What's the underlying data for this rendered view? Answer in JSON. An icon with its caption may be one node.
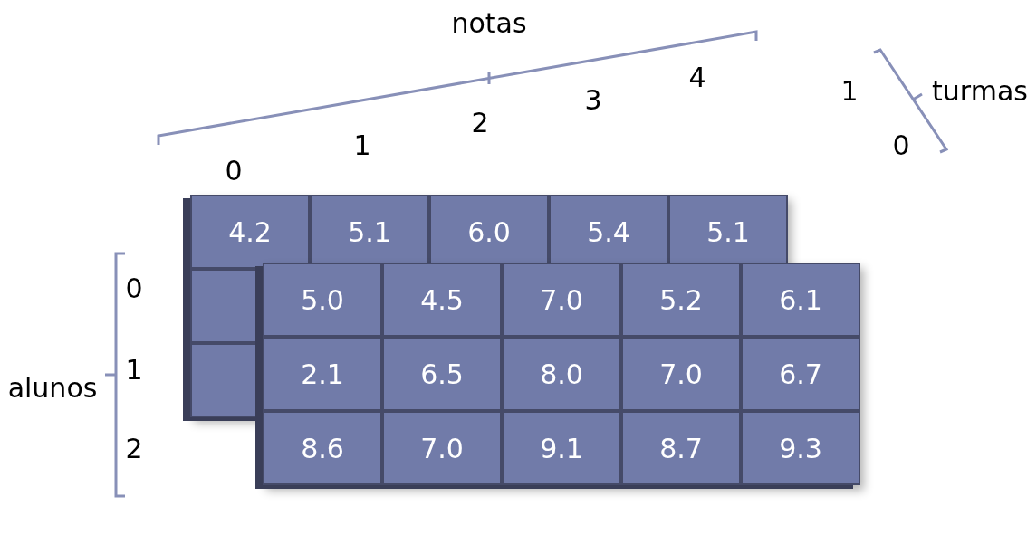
{
  "diagram": {
    "labels": [
      "notas",
      "0",
      "1",
      "2",
      "3",
      "4",
      "1",
      "turmas",
      "0",
      "alunos",
      "0",
      "1",
      "2",
      "4.2",
      "5.1",
      "6.0",
      "5.4",
      "5.1",
      "5.0",
      "4.5",
      "7.0",
      "5.2",
      "6.1",
      "2.1",
      "6.5",
      "8.0",
      "7.0",
      "6.7",
      "8.6",
      "7.0",
      "9.1",
      "8.7",
      "9.3"
    ]
  }
}
